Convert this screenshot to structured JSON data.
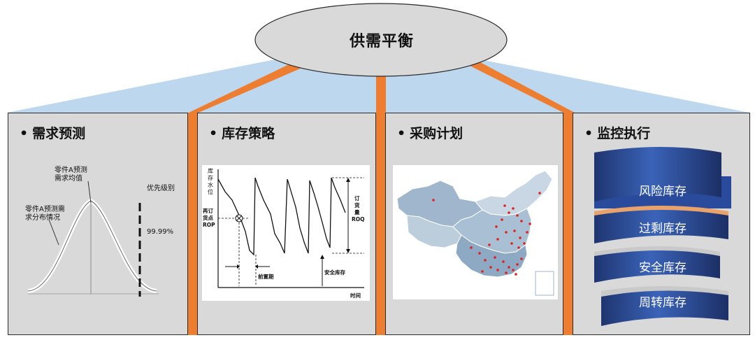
{
  "header": {
    "title": "供需平衡"
  },
  "panels": [
    {
      "title": "需求预测",
      "bullet": "•"
    },
    {
      "title": "库存策略",
      "bullet": "•"
    },
    {
      "title": "采购计划",
      "bullet": "•"
    },
    {
      "title": "监控执行",
      "bullet": "•"
    }
  ],
  "forecast": {
    "label_mean": "零件A预测\n需求均值",
    "label_mean_l1": "零件A预测",
    "label_mean_l2": "需求均值",
    "label_dist_l1": "零件A预测需",
    "label_dist_l2": "求分布情况",
    "label_priority": "优先级别",
    "label_percent": "99.99%"
  },
  "inventory": {
    "y_axis_l1": "库",
    "y_axis_l2": "存",
    "y_axis_l3": "水",
    "y_axis_l4": "位",
    "rop_l1": "再订",
    "rop_l2": "货点",
    "rop_l3": "ROP",
    "roq_l1": "订",
    "roq_l2": "货",
    "roq_l3": "量",
    "roq_l4": "ROQ",
    "lead_time": "前置期",
    "safety_stock": "安全库存",
    "x_axis": "时间"
  },
  "monitor": {
    "drums": [
      "风险库存",
      "过剩库存",
      "安全库存",
      "周转库存"
    ]
  },
  "colors": {
    "pillar": "#ed7d31",
    "roof": "#bdd7ee",
    "panel": "#d9d9d9",
    "drum": "#2f4f9f",
    "map_dot": "#e02020"
  }
}
